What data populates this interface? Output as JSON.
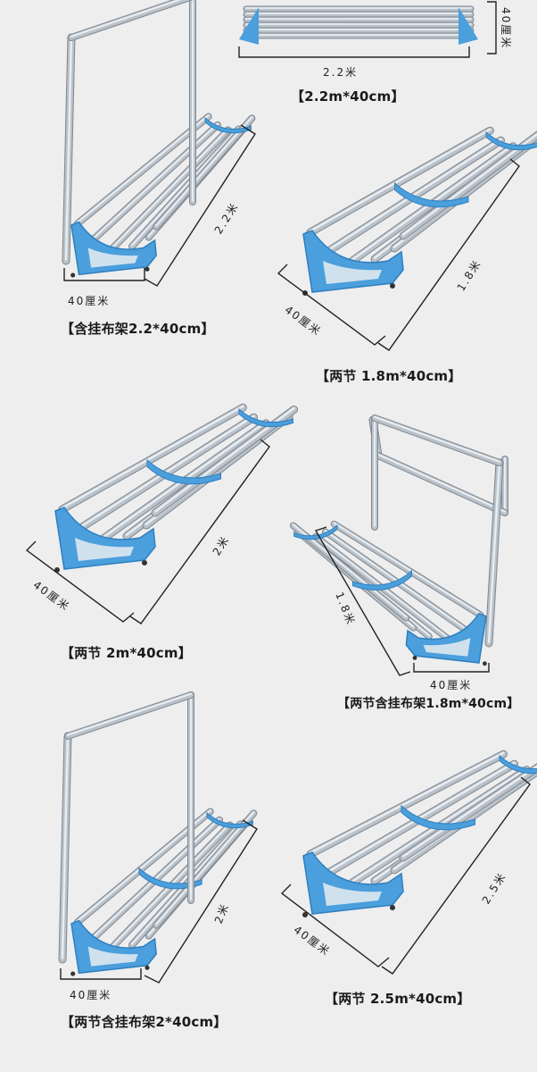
{
  "colors": {
    "background": "#eeeeee",
    "rack_blue": "#4a9fdc",
    "rack_blue_dark": "#2f7fbf",
    "steel_light": "#e9edf1",
    "steel_mid": "#b9c1c9",
    "steel_dark": "#7f8891",
    "dimension_line": "#222222"
  },
  "icons": [
    "rack-image",
    "dimension-line"
  ],
  "panels": [
    {
      "caption": "【2.2m*40cm】",
      "dims": {
        "length": "2.2米",
        "width": "40厘米"
      }
    },
    {
      "caption": "【含挂布架2.2*40cm】",
      "dims": {
        "length": "2.2米",
        "width": "40厘米"
      }
    },
    {
      "caption": "【两节 1.8m*40cm】",
      "dims": {
        "length": "1.8米",
        "width": "40厘米"
      }
    },
    {
      "caption": "【两节 2m*40cm】",
      "dims": {
        "length": "2米",
        "width": "40厘米"
      }
    },
    {
      "caption": "【两节含挂布架1.8m*40cm】",
      "dims": {
        "length": "1.8米",
        "width": "40厘米"
      }
    },
    {
      "caption": "【两节含挂布架2*40cm】",
      "dims": {
        "length": "2米",
        "width": "40厘米"
      }
    },
    {
      "caption": "【两节 2.5m*40cm】",
      "dims": {
        "length": "2.5米",
        "width": "40厘米"
      }
    }
  ]
}
